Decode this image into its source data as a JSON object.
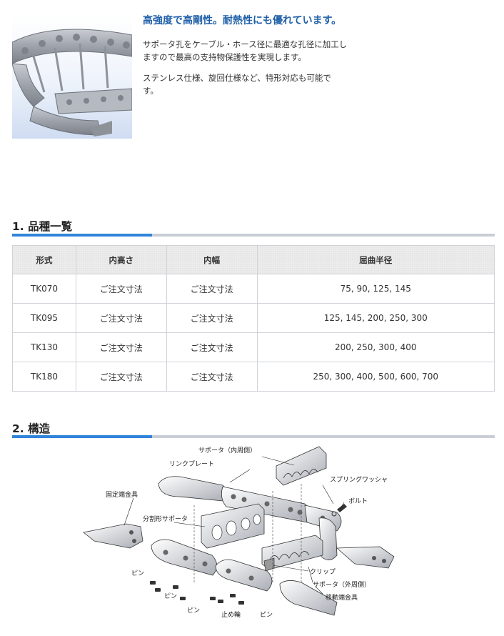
{
  "intro": {
    "heading": "高強度で高剛性。耐熱性にも優れています。",
    "paragraph1_line1": "サポータ孔をケーブル・ホース径に最適な孔径に加工し",
    "paragraph1_line2": "ますので最高の支持物保護性を実現します。",
    "paragraph2_line1": "ステンレス仕様、旋回仕様など、特形対応も可能で",
    "paragraph2_line2": "す。"
  },
  "section1": {
    "title": "1. 品種一覧"
  },
  "table": {
    "headers": [
      "形式",
      "内高さ",
      "内幅",
      "屈曲半径"
    ],
    "rows": [
      [
        "TK070",
        "ご注文寸法",
        "ご注文寸法",
        "75, 90, 125, 145"
      ],
      [
        "TK095",
        "ご注文寸法",
        "ご注文寸法",
        "125, 145, 200, 250, 300"
      ],
      [
        "TK130",
        "ご注文寸法",
        "ご注文寸法",
        "200, 250, 300, 400"
      ],
      [
        "TK180",
        "ご注文寸法",
        "ご注文寸法",
        "250, 300, 400, 500, 600, 700"
      ]
    ]
  },
  "section2": {
    "title": "2. 構造"
  },
  "diagram": {
    "labels": {
      "supporter_inner": "サポータ（内周側）",
      "link_plate": "リンクプレート",
      "spring_washer": "スプリングワッシャ",
      "fixed_end": "固定端金具",
      "bolt": "ボルト",
      "split_supporter": "分割形サポータ",
      "pin1": "ピン",
      "pin2": "ピン",
      "pin3": "ピン",
      "pin4": "ピン",
      "clip": "クリップ",
      "supporter_outer": "サポータ（外周側）",
      "moving_end": "移動端金具",
      "stop_ring": "止め輪"
    }
  },
  "colors": {
    "accent_blue": "#2f85d9",
    "heading_blue": "#1f5fa8"
  }
}
